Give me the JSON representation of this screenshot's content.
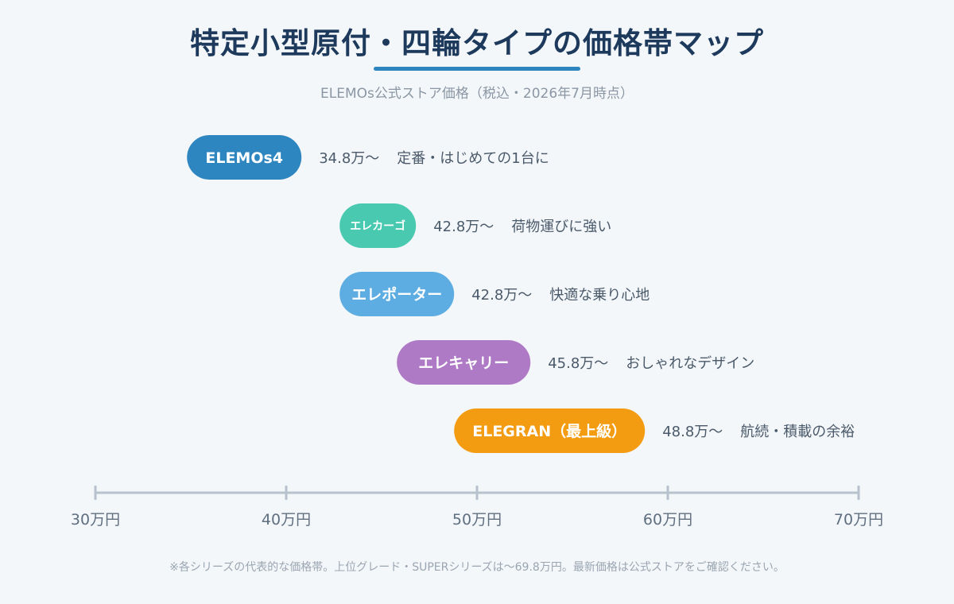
{
  "header": {
    "title": "特定小型原付・四輪タイプの価格帯マップ",
    "subtitle": "ELEMOs公式ストア価格（税込・2026年7月時点）",
    "accent_color": "#2e86c1"
  },
  "chart_data": {
    "type": "bar",
    "orientation": "horizontal-range",
    "unit_suffix": "万円",
    "xlim": [
      30,
      70
    ],
    "ticks": [
      {
        "value": 30,
        "label": "30万円"
      },
      {
        "value": 40,
        "label": "40万円"
      },
      {
        "value": 50,
        "label": "50万円"
      },
      {
        "value": 60,
        "label": "60万円"
      },
      {
        "value": 70,
        "label": "70万円"
      }
    ],
    "series": [
      {
        "name": "ELEMOs4",
        "start": 34.8,
        "end": 40.8,
        "price_label": "34.8万〜",
        "description": "定番・はじめての1台に",
        "color": "#2e86c1"
      },
      {
        "name": "エレカーゴ",
        "start": 42.8,
        "end": 46.8,
        "price_label": "42.8万〜",
        "description": "荷物運びに強い",
        "color": "#48c9b0"
      },
      {
        "name": "エレポーター",
        "start": 42.8,
        "end": 48.8,
        "price_label": "42.8万〜",
        "description": "快適な乗り心地",
        "color": "#5dade2"
      },
      {
        "name": "エレキャリー",
        "start": 45.8,
        "end": 52.8,
        "price_label": "45.8万〜",
        "description": "おしゃれなデザイン",
        "color": "#af7ac5"
      },
      {
        "name": "ELEGRAN（最上級）",
        "start": 48.8,
        "end": 58.8,
        "price_label": "48.8万〜",
        "description": "航続・積載の余裕",
        "color": "#f39c12"
      }
    ]
  },
  "footer": {
    "note": "※各シリーズの代表的な価格帯。上位グレード・SUPERシリーズは〜69.8万円。最新価格は公式ストアをご確認ください。"
  }
}
